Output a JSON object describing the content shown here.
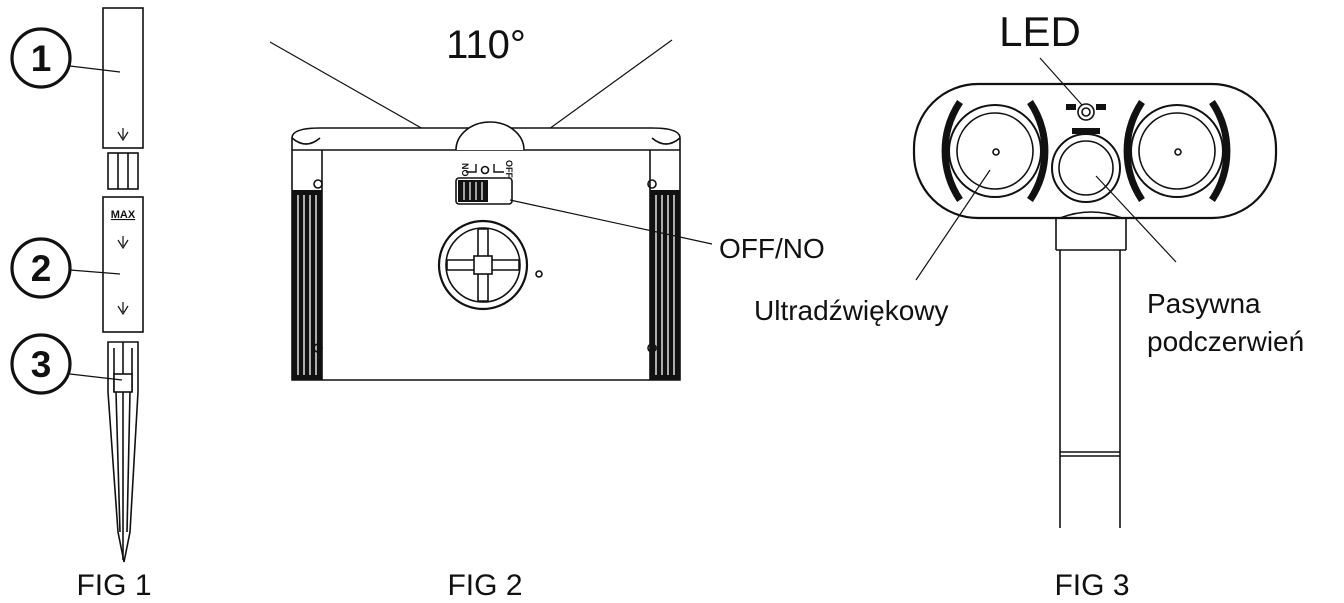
{
  "fig1": {
    "caption": "FIG 1",
    "callouts": [
      "1",
      "2",
      "3"
    ],
    "max_label": "MAX"
  },
  "fig2": {
    "caption": "FIG 2",
    "angle_label": "110°",
    "switch_label": "OFF/NO",
    "switch_on_mark": "NO",
    "switch_off_mark": "OFF"
  },
  "fig3": {
    "caption": "FIG 3",
    "led_label": "LED",
    "ultrasonic_label": "Ultradźwiękowy",
    "pir_label_line1": "Pasywna",
    "pir_label_line2": "podczerwień"
  }
}
